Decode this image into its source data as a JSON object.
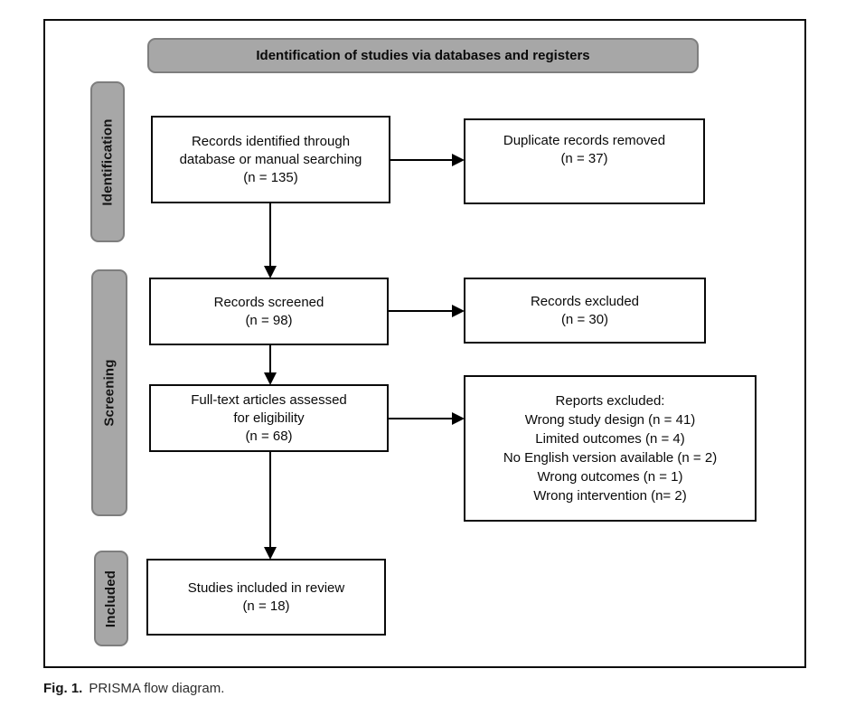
{
  "header": {
    "title": "Identification of studies via databases and registers"
  },
  "stages": [
    {
      "label": "Identification"
    },
    {
      "label": "Screening"
    },
    {
      "label": "Included"
    }
  ],
  "boxes": {
    "identified": {
      "lines": [
        "Records identified through",
        "database or manual searching",
        "(n = 135)"
      ]
    },
    "duplicates": {
      "lines": [
        "Duplicate records removed",
        "(n = 37)"
      ]
    },
    "screened": {
      "lines": [
        "Records screened",
        "(n = 98)"
      ]
    },
    "records_excluded": {
      "lines": [
        "Records excluded",
        "(n = 30)"
      ]
    },
    "fulltext": {
      "lines": [
        "Full-text articles assessed",
        "for eligibility",
        "(n = 68)"
      ]
    },
    "reports_excluded": {
      "lines": [
        "Reports excluded:",
        "Wrong study design (n = 41)",
        "Limited outcomes (n = 4)",
        "No English version available (n = 2)",
        "Wrong outcomes (n = 1)",
        "Wrong intervention (n= 2)"
      ]
    },
    "included": {
      "lines": [
        "Studies included in review",
        "(n = 18)"
      ]
    }
  },
  "figure": {
    "caption_label": "Fig. 1.",
    "caption_text": "PRISMA flow diagram."
  },
  "colors": {
    "bar_gray": "#a7a7a7",
    "bar_border": "#7e7e7e",
    "box_border": "#0a0a0a",
    "arrow": "#000000",
    "background": "#ffffff"
  }
}
